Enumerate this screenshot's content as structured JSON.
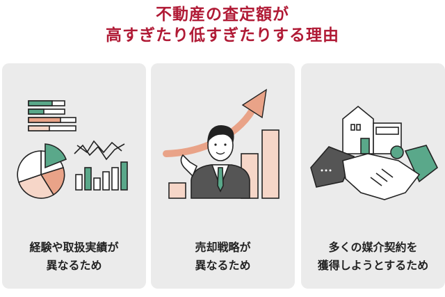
{
  "title": {
    "line1": "不動産の査定額が",
    "line2": "高すぎたり低すぎたりする理由"
  },
  "cards": [
    {
      "line1": "経験や取扱実績が",
      "line2": "異なるため",
      "icon": "chart-analysis-icon"
    },
    {
      "line1": "売却戦略が",
      "line2": "異なるため",
      "icon": "sales-strategy-icon"
    },
    {
      "line1": "多くの媒介契約を",
      "line2": "獲得しようとするため",
      "icon": "handshake-contract-icon"
    }
  ],
  "colors": {
    "title": "#b01a35",
    "card_bg": "#ebebeb",
    "green": "#5aa88a",
    "salmon": "#e9a388",
    "pink": "#f6d6c8",
    "dark": "#222222",
    "suit": "#555555"
  }
}
